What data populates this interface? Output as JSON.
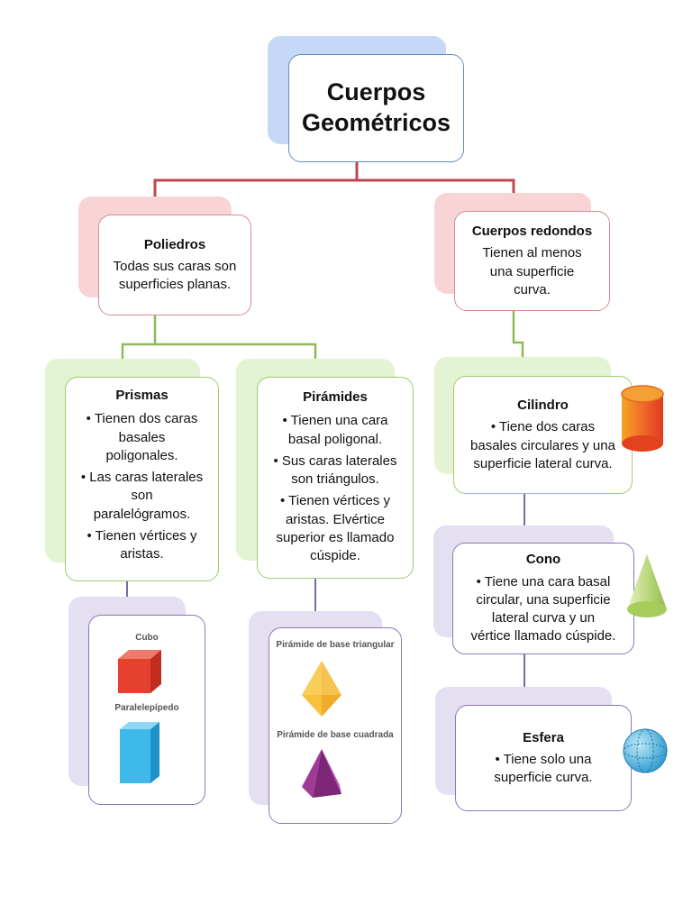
{
  "root": {
    "title": "Cuerpos\nGeométricos"
  },
  "poliedros": {
    "title": "Poliedros",
    "text": "Todas sus caras son\nsuperficies planas."
  },
  "redondos": {
    "title": "Cuerpos redondos",
    "text": "Tienen al menos\nuna superficie\ncurva."
  },
  "prismas": {
    "title": "Prismas",
    "bullets": [
      "• Tienen dos caras\nbasales\npoligonales.",
      "• Las caras laterales\nson\nparalelógramos.",
      "• Tienen vértices y\naristas."
    ]
  },
  "piramides": {
    "title": "Pirámides",
    "bullets": [
      "• Tienen una cara\nbasal poligonal.",
      "• Sus caras laterales\nson triángulos.",
      "• Tienen vértices y\naristas. Elvértice\nsuperior es llamado\ncúspide."
    ]
  },
  "cilindro": {
    "title": "Cilindro",
    "text": "• Tiene dos caras\nbasales circulares y una\nsuperficie lateral curva."
  },
  "cono": {
    "title": "Cono",
    "text": "• Tiene una cara basal\ncircular, una superficie\nlateral curva y un\nvértice llamado cúspide."
  },
  "esfera": {
    "title": "Esfera",
    "text": "• Tiene solo una\nsuperficie curva."
  },
  "prism_images": {
    "cubo": "Cubo",
    "paralelepipedo": "Paralelepípedo"
  },
  "pyramid_images": {
    "triangular": "Pirámide de base triangular",
    "cuadrada": "Pirámide de base cuadrada"
  },
  "colors": {
    "red_connector": "#c0474f",
    "green_connector": "#8dbb55",
    "purple_connector": "#7c68a6"
  },
  "icons": [
    "red-cube-icon",
    "blue-box-icon",
    "yellow-pyramid-icon",
    "purple-pyramid-icon",
    "cylinder-icon",
    "cone-icon",
    "sphere-icon"
  ]
}
